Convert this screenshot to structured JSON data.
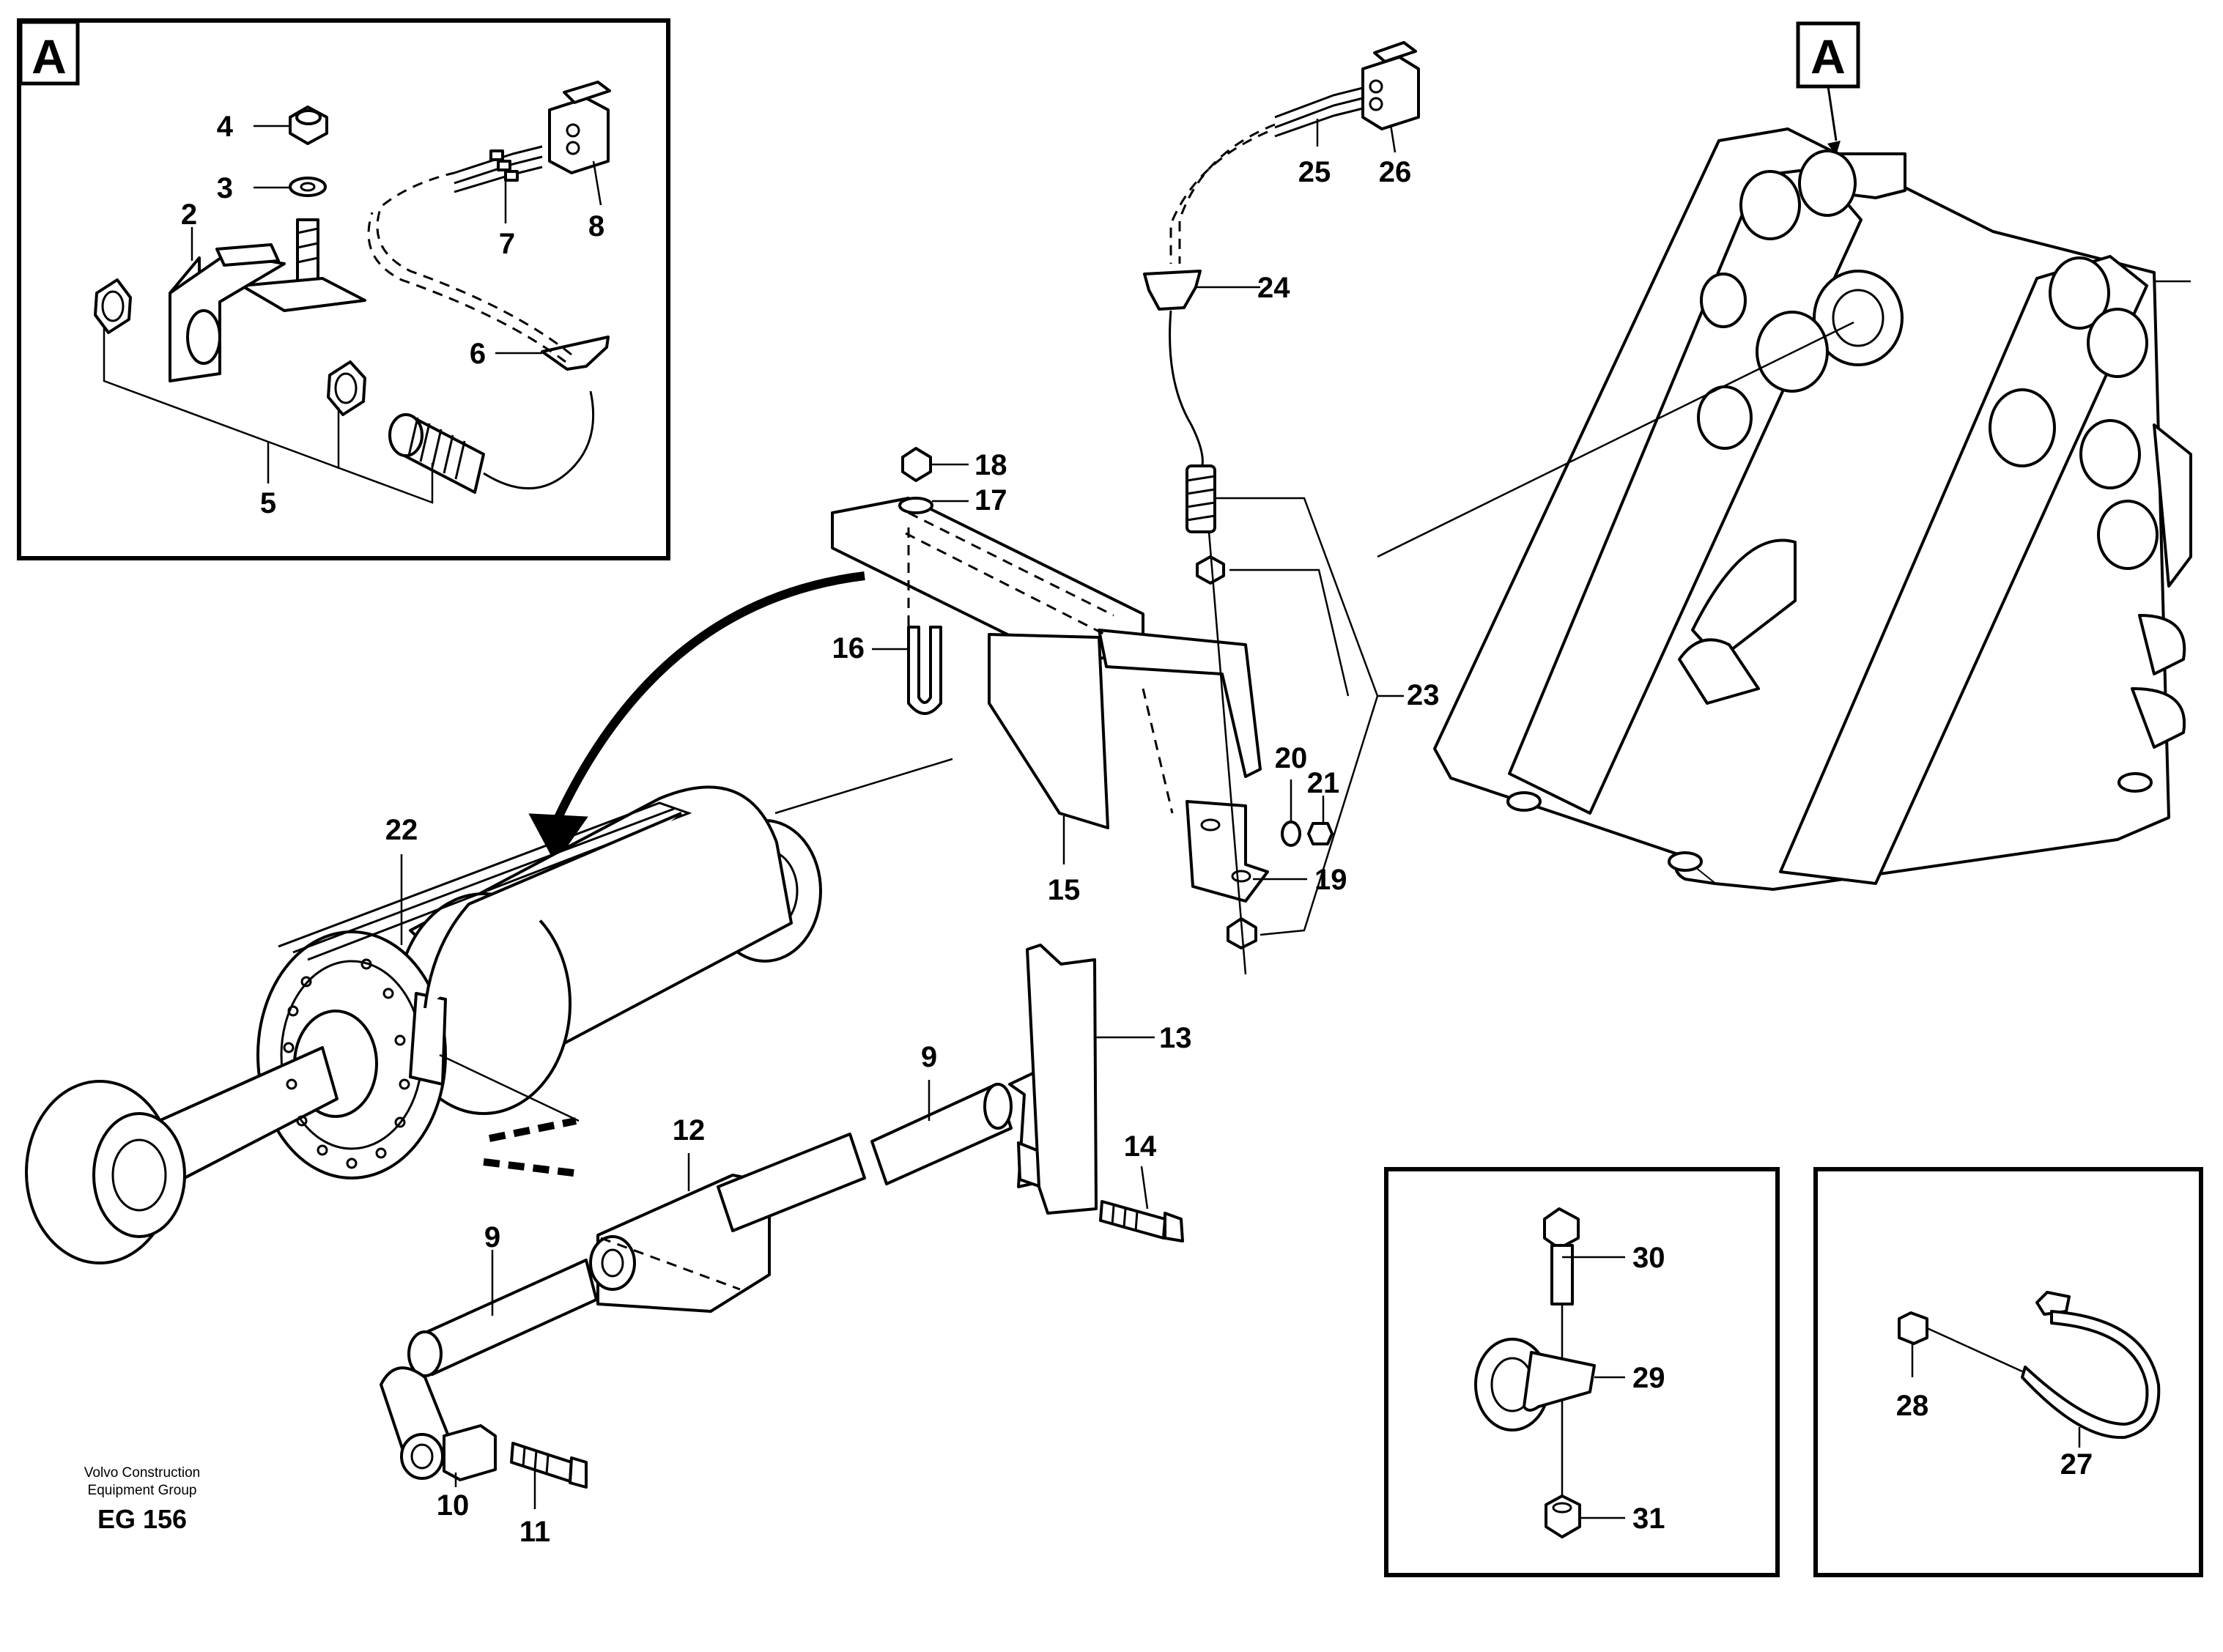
{
  "detail_marker": "A",
  "callouts": {
    "c2": "2",
    "c3": "3",
    "c4": "4",
    "c5": "5",
    "c6": "6",
    "c7": "7",
    "c8": "8",
    "c9a": "9",
    "c9b": "9",
    "c10": "10",
    "c11": "11",
    "c12": "12",
    "c13": "13",
    "c14": "14",
    "c15": "15",
    "c16": "16",
    "c17": "17",
    "c18": "18",
    "c19": "19",
    "c20": "20",
    "c21": "21",
    "c22": "22",
    "c23": "23",
    "c24": "24",
    "c25": "25",
    "c26": "26",
    "c27": "27",
    "c28": "28",
    "c29": "29",
    "c30": "30",
    "c31": "31"
  },
  "credit": {
    "line1": "Volvo Construction",
    "line2": "Equipment Group",
    "code": "EG 156"
  }
}
